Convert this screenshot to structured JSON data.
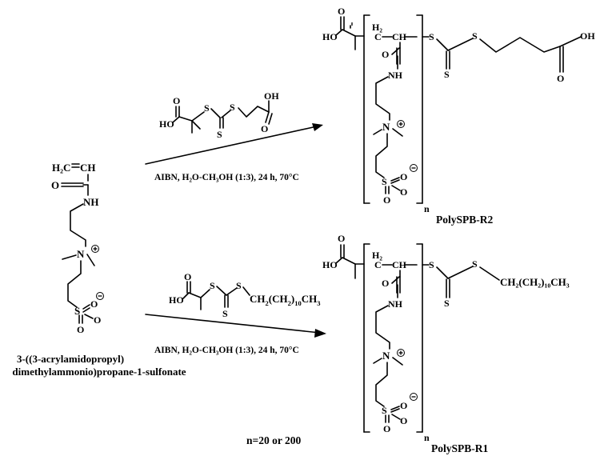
{
  "monomer": {
    "vinyl_label": "H₂C",
    "ch_label": "CH",
    "o": "O",
    "nh": "NH",
    "n": "N",
    "so3_s": "S",
    "so3_o": "O",
    "name_line1": "3-((3-acrylamidopropyl)",
    "name_line2": "dimethylammonio)propane-1-sulfonate"
  },
  "cta_top": {
    "ho": "HO",
    "oh": "OH",
    "o": "O",
    "s": "S"
  },
  "cta_bottom": {
    "ho": "HO",
    "o": "O",
    "s": "S",
    "chain_a": "CH",
    "chain_b": "(CH",
    "chain_c": ")",
    "chain_d": "CH",
    "sub2": "2",
    "sub10": "10",
    "sub3": "3"
  },
  "conditions": {
    "top": "AIBN, H₂O-CH₃OH (1:3), 24 h, 70°C",
    "bottom": "AIBN, H₂O-CH₃OH (1:3), 24 h, 70°C"
  },
  "polymer_top": {
    "ho": "HO",
    "oh": "OH",
    "o": "O",
    "h2": "H₂",
    "c": "C",
    "ch": "CH",
    "s": "S",
    "nh": "NH",
    "n": "N",
    "subscript_n": "n",
    "name": "PolySPB-R2"
  },
  "polymer_bottom": {
    "ho": "HO",
    "o": "O",
    "h2": "H₂",
    "c": "C",
    "ch": "CH",
    "s": "S",
    "nh": "NH",
    "n": "N",
    "subscript_n": "n",
    "end_group": "CH₂(CH₂)₁₀CH₃",
    "name": "PolySPB-R1"
  },
  "footer": {
    "n_value": "n=20 or 200"
  }
}
